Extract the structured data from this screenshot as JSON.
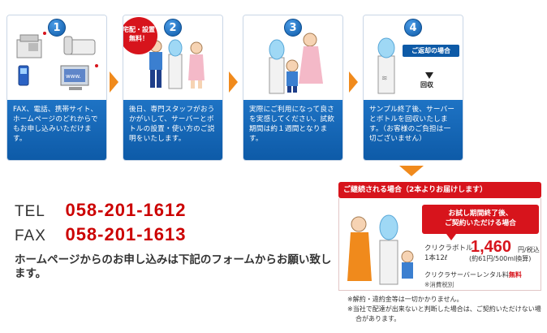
{
  "steps": [
    {
      "num": "1",
      "text": "FAX、電話、携帯サイト、ホームページのどれからでもお申し込みいただけます。"
    },
    {
      "num": "2",
      "text": "後日、専門スタッフがおうかがいして、サーバーとボトルの設置・使い方のご説明をいたします。"
    },
    {
      "num": "3",
      "text": "実際にご利用になって良さを実感してください。試飲期間は約１週間となります。"
    },
    {
      "num": "4",
      "text": "サンプル終了後、サーバーとボトルを回収いたします。（お客様のご負担は一切ございません）"
    }
  ],
  "step2_badge": "宅配・設置\n無料！",
  "step4_return_label": "ご返却の場合",
  "step4_collect_label": "回収",
  "contact": {
    "tel_label": "TEL",
    "tel_number": "058-201-1612",
    "fax_label": "FAX",
    "fax_number": "058-201-1613"
  },
  "form_note": "ホームページからのお申し込みは下記のフォームからお願い致します。",
  "continue": {
    "banner": "ご継続される場合（2本よりお届けします）",
    "red_box": "お試し期間終了後、\nご契約いただける場合",
    "bottle_name": "クリクラボトル",
    "bottle_qty": "1本12ℓ",
    "price": "1,460",
    "price_unit": "円/税込",
    "price_sub": "(約61円/500ml換算)",
    "rental_label": "クリクラサーバーレンタル料",
    "rental_free": "無料",
    "tax_note": "※消費税別"
  },
  "footnotes": [
    "※解約・違約金等は一切かかりません。",
    "※当社で配達が出来ないと判断した場合は、ご契約いただけない場合があります。"
  ],
  "colors": {
    "step_blue": "#0d5aa7",
    "accent_red": "#d7141c",
    "arrow_orange": "#f08a1c"
  }
}
